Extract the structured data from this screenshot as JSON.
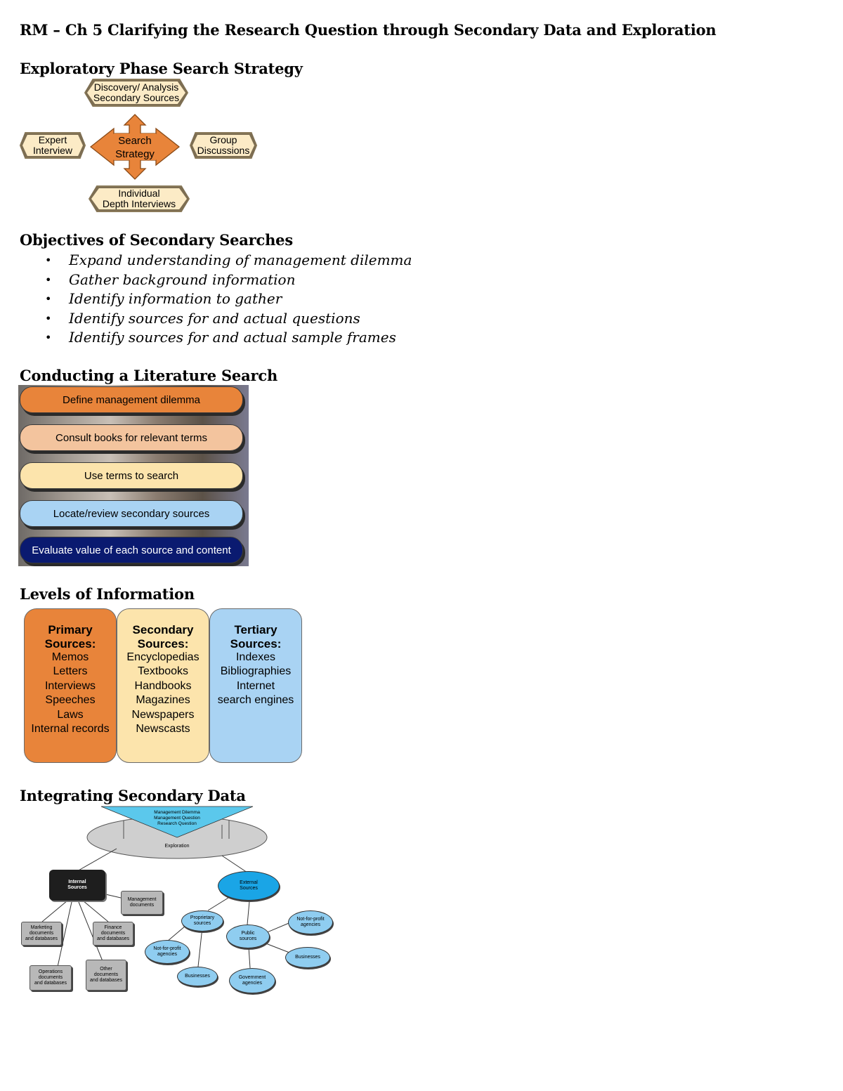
{
  "document": {
    "title": "RM – Ch 5 Clarifying the Research Question through Secondary Data and Exploration"
  },
  "section_strategy": {
    "heading": "Exploratory Phase Search Strategy",
    "center": [
      "Search",
      "Strategy"
    ],
    "top": [
      "Discovery/ Analysis",
      "Secondary Sources"
    ],
    "left": [
      "Expert",
      "Interview"
    ],
    "right": [
      "Group",
      "Discussions"
    ],
    "bottom": [
      "Individual",
      "Depth Interviews"
    ],
    "colors": {
      "arrow": "#e8843a",
      "box": "#fcebc6"
    }
  },
  "section_objectives": {
    "heading": "Objectives of Secondary Searches",
    "items": [
      "Expand understanding of management dilemma",
      "Gather background information",
      "Identify information to gather",
      "Identify sources for and actual questions",
      "Identify sources for and actual sample frames"
    ]
  },
  "section_literature": {
    "heading": "Conducting a Literature Search",
    "steps": [
      {
        "label": "Define management dilemma",
        "color": "#e8843a",
        "text_color": "#000000"
      },
      {
        "label": "Consult books for relevant terms",
        "color": "#f3c49e",
        "text_color": "#000000"
      },
      {
        "label": "Use terms to search",
        "color": "#fce4ac",
        "text_color": "#000000"
      },
      {
        "label": "Locate/review secondary sources",
        "color": "#a9d3f3",
        "text_color": "#000000"
      },
      {
        "label": "Evaluate value of each source and content",
        "color": "#0a1a70",
        "text_color": "#ffffff"
      }
    ]
  },
  "section_levels": {
    "heading": "Levels of Information",
    "columns": [
      {
        "title": [
          "Primary",
          "Sources:"
        ],
        "items": [
          "Memos",
          "Letters",
          "Interviews",
          "Speeches",
          "Laws",
          "Internal records"
        ],
        "color": "#e8843a"
      },
      {
        "title": [
          "Secondary",
          "Sources:"
        ],
        "items": [
          "Encyclopedias",
          "Textbooks",
          "Handbooks",
          "Magazines",
          "Newspapers",
          "Newscasts"
        ],
        "color": "#fce4ac"
      },
      {
        "title": [
          "Tertiary",
          "Sources:"
        ],
        "items": [
          "Indexes",
          "Bibliographies",
          "Internet",
          "search engines"
        ],
        "color": "#a9d3f3"
      }
    ]
  },
  "section_integrate": {
    "heading": "Integrating Secondary Data",
    "funnel": [
      "Management Dilemma",
      "Management Question",
      "Research Question"
    ],
    "exploration": "Exploration",
    "internal": [
      "Internal",
      "Sources"
    ],
    "external": [
      "External",
      "Sources"
    ],
    "internal_children": [
      [
        "Management",
        "documents"
      ],
      [
        "Marketing",
        "documents",
        "and databases"
      ],
      [
        "Finance",
        "documents",
        "and databases"
      ],
      [
        "Operations",
        "documents",
        "and databases"
      ],
      [
        "Other",
        "documents",
        "and databases"
      ]
    ],
    "external_children": {
      "proprietary": [
        "Proprietary",
        "sources"
      ],
      "public": [
        "Public",
        "sources"
      ],
      "proprietary_children": [
        [
          "Not-for-profit",
          "agencies"
        ],
        [
          "Businesses"
        ]
      ],
      "public_children": [
        [
          "Not-for-profit",
          "agencies"
        ],
        [
          "Businesses"
        ],
        [
          "Government",
          "agencies"
        ]
      ]
    },
    "colors": {
      "funnel": "#5bc8ec",
      "ellipse": "#cfcfcf",
      "internal": "#1e1e1e",
      "external": "#1aa5e6",
      "child_gray": "#b8b8b8",
      "child_blue": "#8fcdf0"
    }
  }
}
